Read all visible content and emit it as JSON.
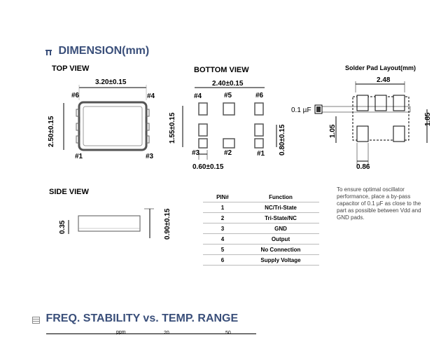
{
  "dimension_section": {
    "title": "DIMENSION(mm)",
    "top_view": {
      "title": "TOP VIEW",
      "width_dim": "3.20±0.15",
      "height_dim": "2.50±0.15",
      "pins": {
        "p6": "#6",
        "p4": "#4",
        "p1": "#1",
        "p3": "#3"
      }
    },
    "bottom_view": {
      "title": "BOTTOM VIEW",
      "top_dim": "2.40±0.15",
      "left_dim": "1.55±0.15",
      "right_dim": "0.80±0.15",
      "bottom_dim": "0.60±0.15",
      "pins": {
        "p4": "#4",
        "p5": "#5",
        "p6": "#6",
        "p3": "#3",
        "p2": "#2",
        "p1": "#1"
      }
    },
    "solder_pad": {
      "title": "Solder Pad Layout(mm)",
      "top_dim": "2.48",
      "cap_label": "0.1 µF",
      "left_dim": "1.05",
      "right_dim": "1.85",
      "bottom_dim": "0.86"
    },
    "side_view": {
      "title": "SIDE VIEW",
      "left_dim": "0.35",
      "right_dim": "0.90±0.15"
    },
    "pin_table": {
      "headers": [
        "PIN#",
        "Function"
      ],
      "rows": [
        [
          "1",
          "NC/Tri-State"
        ],
        [
          "2",
          "Tri-State/NC"
        ],
        [
          "3",
          "GND"
        ],
        [
          "4",
          "Output"
        ],
        [
          "5",
          "No Connection"
        ],
        [
          "6",
          "Supply Voltage"
        ]
      ]
    },
    "note": "To ensure optimal oscillator performance, place a by-pass capacitor of 0.1 µF as close to the part as possible between Vdd and GND pads."
  },
  "freq_section": {
    "title": "FREQ. STABILITY vs. TEMP. RANGE",
    "partial_header": [
      "ppm",
      "20",
      "50"
    ]
  },
  "colors": {
    "title": "#3a4f7a",
    "lines": "#000000",
    "package": "#555555"
  }
}
